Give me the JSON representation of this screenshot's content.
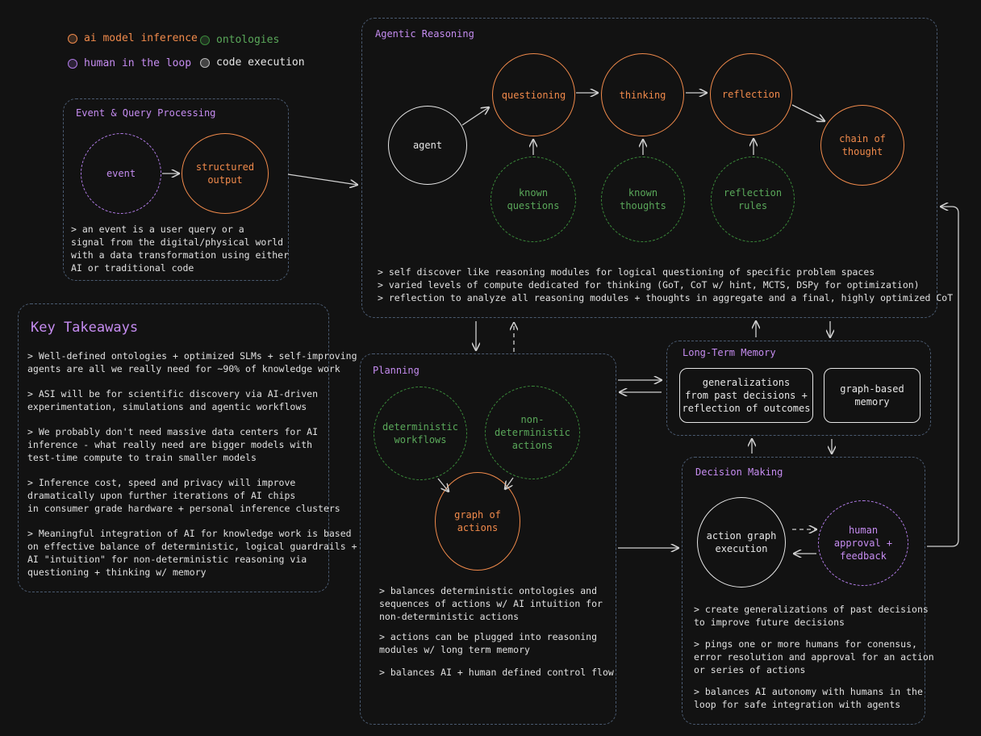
{
  "colors": {
    "ai": "#f08a4b",
    "ontology": "#3a8a3a",
    "human": "#b07be6",
    "code": "#bbbbbb",
    "title": "#c58cf0",
    "border": "#4a5a70"
  },
  "legend": {
    "ai_model_inference": "ai model inference",
    "ontologies": "ontologies",
    "human_in_the_loop": "human in the loop",
    "code_execution": "code execution"
  },
  "event_query": {
    "title": "Event & Query Processing",
    "event": "event",
    "structured_output": "structured\noutput",
    "note": "> an event is a user query or a\nsignal from the digital/physical world\nwith a data transformation using either\nAI or traditional code"
  },
  "agentic": {
    "title": "Agentic Reasoning",
    "agent": "agent",
    "questioning": "questioning",
    "thinking": "thinking",
    "reflection": "reflection",
    "chain_of_thought": "chain of\nthought",
    "known_questions": "known\nquestions",
    "known_thoughts": "known\nthoughts",
    "reflection_rules": "reflection\nrules",
    "notes": [
      "> self discover like reasoning modules for logical questioning of specific problem spaces",
      "> varied levels of compute dedicated for thinking (GoT, CoT w/ hint, MCTS, DSPy for optimization)",
      "> reflection to analyze all reasoning modules + thoughts in aggregate and a final, highly optimized CoT"
    ]
  },
  "key_takeaways": {
    "title": "Key Takeaways",
    "items": [
      "> Well-defined ontologies + optimized SLMs + self-improving\nagents are all we really need for ~90% of knowledge work",
      "> ASI will be for scientific discovery via AI-driven\nexperimentation, simulations and agentic workflows",
      "> We probably don't need massive data centers for AI\ninference - what really need are bigger models with\ntest-time compute to train smaller models",
      "> Inference cost, speed and privacy will improve\ndramatically upon further iterations of AI chips\nin consumer grade hardware + personal inference clusters",
      "> Meaningful integration of AI for knowledge work is based\non effective balance of deterministic, logical guardrails +\nAI \"intuition\" for non-deterministic reasoning via\nquestioning + thinking w/ memory"
    ]
  },
  "planning": {
    "title": "Planning",
    "deterministic_workflows": "deterministic\nworkflows",
    "non_deterministic_actions": "non-\ndeterministic\nactions",
    "graph_of_actions": "graph of\nactions",
    "notes": [
      "> balances deterministic ontologies and\nsequences of actions w/ AI intuition for\nnon-deterministic actions",
      "> actions can be plugged into reasoning\nmodules w/ long term memory",
      "> balances AI + human defined control flow"
    ]
  },
  "memory": {
    "title": "Long-Term Memory",
    "generalizations": "generalizations\nfrom past decisions +\nreflection of outcomes",
    "graph_memory": "graph-based\nmemory"
  },
  "decision": {
    "title": "Decision Making",
    "action_graph": "action graph\nexecution",
    "human_approval": "human\napproval +\nfeedback",
    "notes": [
      "> create generalizations of past decisions\nto improve future decisions",
      "> pings one or more humans for conensus,\nerror resolution and approval for an action\nor series of actions",
      "> balances AI autonomy with humans in the\nloop for safe integration with agents"
    ]
  }
}
